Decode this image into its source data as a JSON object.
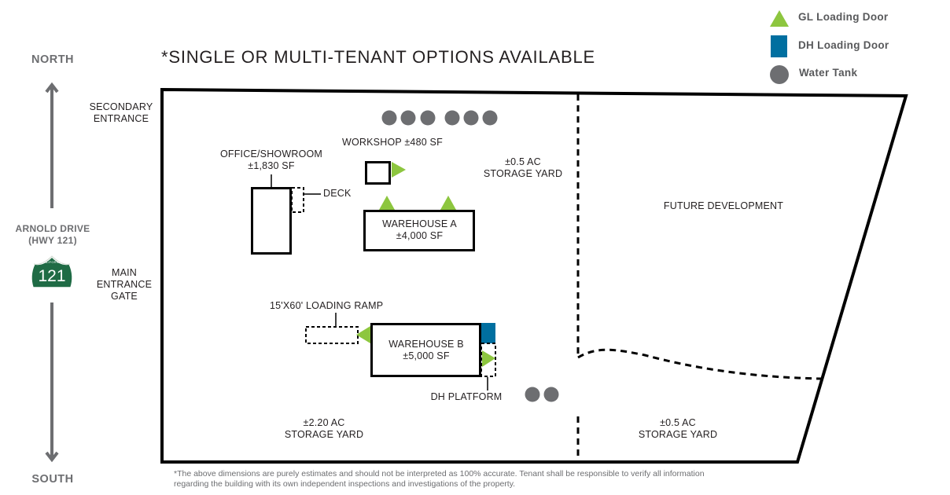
{
  "title": "*SINGLE OR MULTI-TENANT OPTIONS AVAILABLE",
  "legend": {
    "gl_loading_door": "GL Loading Door",
    "dh_loading_door": "DH Loading Door",
    "water_tank": "Water Tank"
  },
  "compass": {
    "north": "NORTH",
    "south": "SOUTH"
  },
  "road": {
    "name_line1": "ARNOLD DRIVE",
    "name_line2": "(HWY 121)",
    "shield_top": "CALIFORNIA",
    "shield_number": "121"
  },
  "entrances": {
    "secondary_line1": "SECONDARY",
    "secondary_line2": "ENTRANCE",
    "main_line1": "MAIN",
    "main_line2": "ENTRANCE",
    "main_line3": "GATE"
  },
  "buildings": {
    "office_line1": "OFFICE/SHOWROOM",
    "office_line2": "±1,830 SF",
    "deck": "DECK",
    "workshop": "WORKSHOP ±480 SF",
    "warehouse_a_line1": "WAREHOUSE A",
    "warehouse_a_line2": "±4,000 SF",
    "warehouse_b_line1": "WAREHOUSE B",
    "warehouse_b_line2": "±5,000 SF",
    "loading_ramp": "15'X60' LOADING RAMP",
    "dh_platform": "DH PLATFORM"
  },
  "yards": {
    "north_yard_line1": "±0.5 AC",
    "north_yard_line2": "STORAGE YARD",
    "future": "FUTURE DEVELOPMENT",
    "main_yard_line1": "±2.20 AC",
    "main_yard_line2": "STORAGE YARD",
    "south_yard_line1": "±0.5 AC",
    "south_yard_line2": "STORAGE YARD"
  },
  "disclaimer_line1": "*The above dimensions are purely estimates and should not be interpreted as 100% accurate. Tenant shall be responsible to verify all information",
  "disclaimer_line2": "regarding the building with its own independent inspections and investigations of the property.",
  "colors": {
    "gl_door": "#8dc63f",
    "dh_door": "#006fa0",
    "water_tank": "#6d6e71",
    "shield": "#1f6b45"
  }
}
